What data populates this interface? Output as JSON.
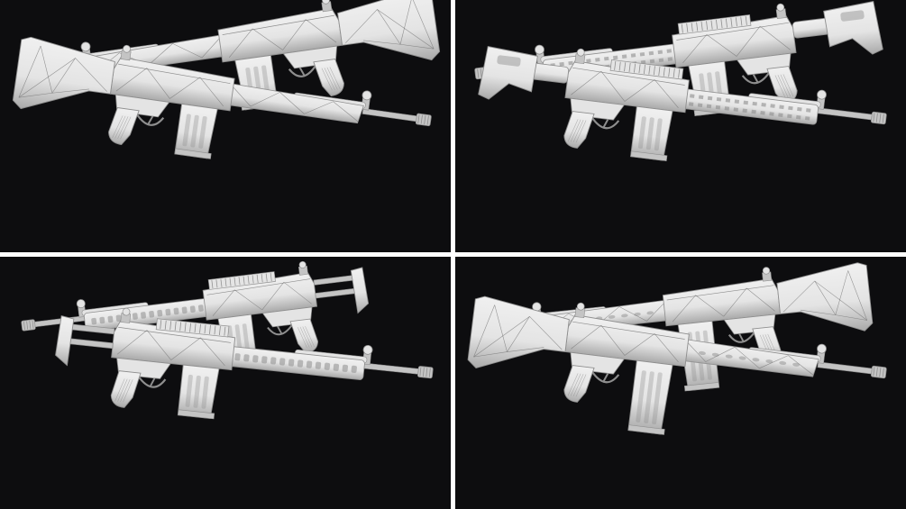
{
  "colors": {
    "background": "#0d0d0f",
    "separator": "#ffffff",
    "model_light": "#e4e4e4",
    "model_mid": "#c4c4c4",
    "model_dark": "#8e8e8e",
    "wire": "#6f6f6f"
  },
  "panels": [
    {
      "id": "top-left",
      "stock": "fixed-polymer",
      "handguard": "slim",
      "magazine": "short-20",
      "rail": "none"
    },
    {
      "id": "top-right",
      "stock": "adjustable-buttstock",
      "handguard": "quad-rail",
      "magazine": "short-20",
      "rail": "top-picatinny"
    },
    {
      "id": "bottom-left",
      "stock": "collapsible-retractable",
      "handguard": "keymod",
      "magazine": "short-20",
      "rail": "top-picatinny"
    },
    {
      "id": "bottom-right",
      "stock": "fixed-polymer",
      "handguard": "slim-vented",
      "magazine": "long-30",
      "rail": "none"
    }
  ]
}
